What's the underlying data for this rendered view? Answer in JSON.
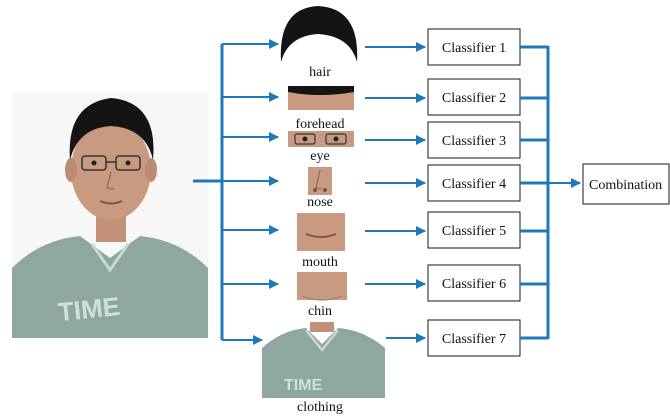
{
  "colors": {
    "arrow": "#1f78b8",
    "box_stroke": "#1a1a1a",
    "skin": "#c89a80",
    "hair": "#141414",
    "shirt": "#8fa7a1",
    "shirt_print": "#cfe0d8"
  },
  "parts": [
    {
      "label": "hair",
      "icon": "hair-crop"
    },
    {
      "label": "forehead",
      "icon": "forehead-crop"
    },
    {
      "label": "eye",
      "icon": "eye-crop"
    },
    {
      "label": "nose",
      "icon": "nose-crop"
    },
    {
      "label": "mouth",
      "icon": "mouth-crop"
    },
    {
      "label": "chin",
      "icon": "chin-crop"
    },
    {
      "label": "clothing",
      "icon": "clothing-crop"
    }
  ],
  "classifiers": [
    "Classifier 1",
    "Classifier 2",
    "Classifier 3",
    "Classifier 4",
    "Classifier 5",
    "Classifier 6",
    "Classifier 7"
  ],
  "combination": "Combination"
}
